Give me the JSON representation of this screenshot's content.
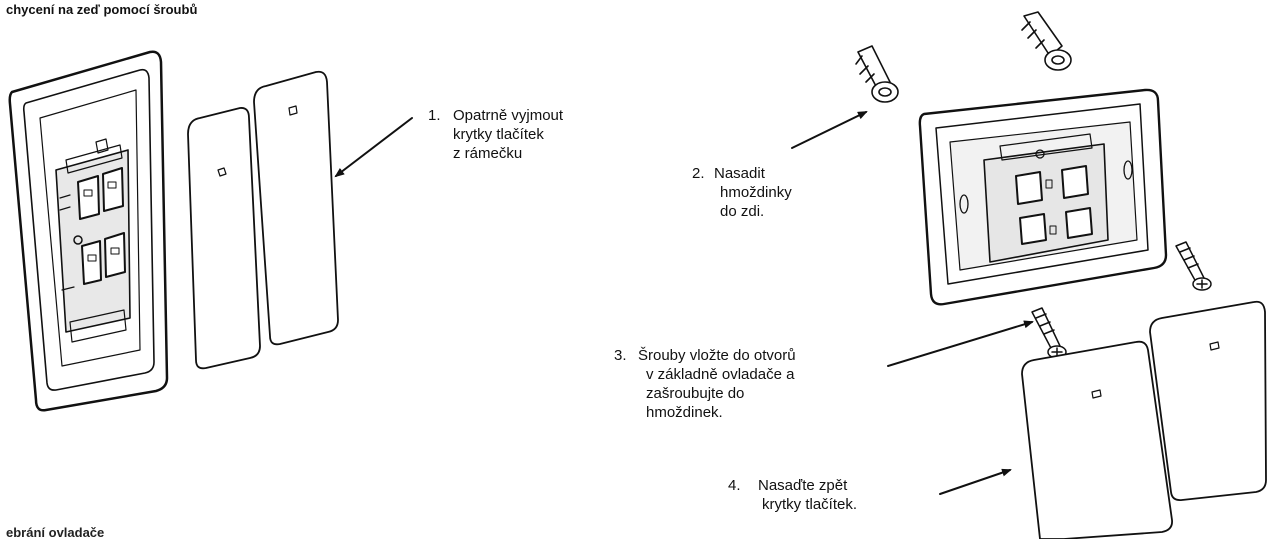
{
  "page": {
    "title": "chycení na zeď pomocí šroubů",
    "cut_heading": "ebrání ovladače"
  },
  "steps": [
    {
      "num": "1.",
      "lines": [
        "Opatrně vyjmout",
        "krytky tlačítek",
        "z rámečku"
      ]
    },
    {
      "num": "2.",
      "lines": [
        "Nasadit",
        "hmoždinky",
        "do zdi."
      ]
    },
    {
      "num": "3.",
      "lines": [
        "Šrouby vložte do otvorů",
        "v základně ovladače a",
        "zašroubujte do",
        "hmoždinek."
      ]
    },
    {
      "num": "4.",
      "lines": [
        "Nasaďte zpět",
        "krytky tlačítek."
      ]
    }
  ],
  "colors": {
    "ink": "#111111",
    "paper": "#ffffff",
    "shade": "#dddddd"
  }
}
